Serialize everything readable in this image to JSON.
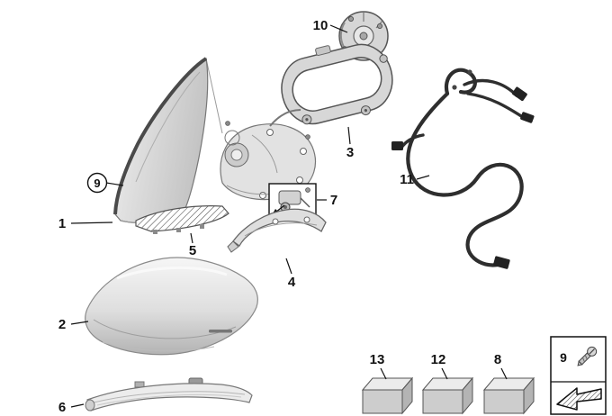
{
  "diagram": {
    "kind": "exploded-parts-diagram",
    "subject": "exterior-side-mirror-assembly",
    "background": "#ffffff",
    "line_color": "#111111",
    "part_fill": "#d9d9d9"
  },
  "callouts": [
    {
      "label": "1",
      "part": "mirror-base-foot"
    },
    {
      "label": "2",
      "part": "mirror-housing-cap"
    },
    {
      "label": "3",
      "part": "housing-frame"
    },
    {
      "label": "4",
      "part": "housing-lower-trim"
    },
    {
      "label": "5",
      "part": "base-gasket"
    },
    {
      "label": "6",
      "part": "turn-signal-lamp"
    },
    {
      "label": "7",
      "part": "camera-module"
    },
    {
      "label": "8",
      "part": "fastener-kit"
    },
    {
      "label": "9",
      "part": "screw",
      "style": "circled"
    },
    {
      "label": "10",
      "part": "drive-actuator"
    },
    {
      "label": "11",
      "part": "wiring-harness"
    },
    {
      "label": "12",
      "part": "fastener-kit"
    },
    {
      "label": "13",
      "part": "fastener-kit"
    }
  ],
  "legend": {
    "screw_callout": "9"
  }
}
